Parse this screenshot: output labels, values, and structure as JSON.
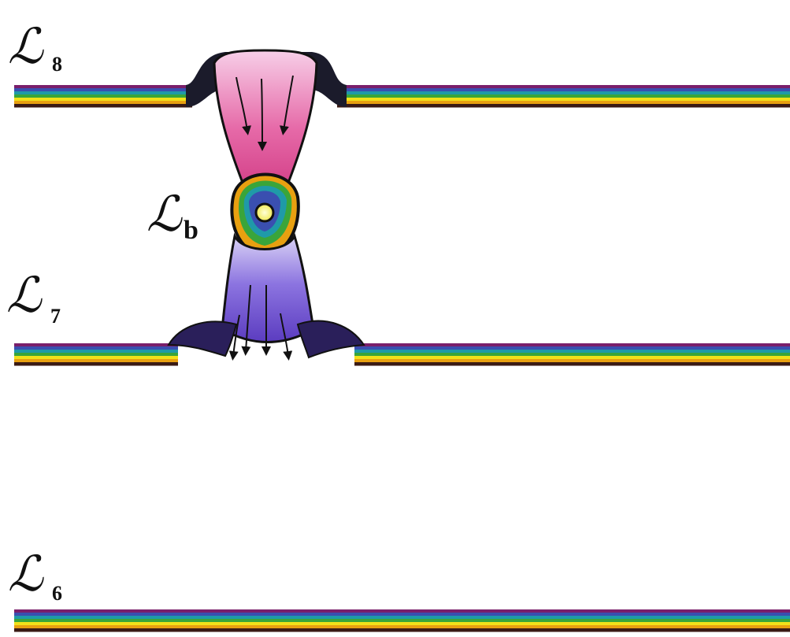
{
  "labels": {
    "l8": {
      "letter": "ℒ",
      "subscript": "8"
    },
    "lb": {
      "letter": "ℒ",
      "subscript": "b"
    },
    "l7": {
      "letter": "ℒ",
      "subscript": "7"
    },
    "l6": {
      "letter": "ℒ",
      "subscript": "6"
    }
  },
  "band_colors": [
    "#7a1f6b",
    "#3a4fb0",
    "#1f9aa8",
    "#3aa53a",
    "#f2e11a",
    "#e8a010",
    "#3a1a14"
  ],
  "bridge_colors": {
    "upper_lobe": "#e0509a",
    "upper_lobe_light": "#f6c4e3",
    "lower_lobe": "#6a4bc8",
    "lower_lobe_light": "#c9bff0",
    "outline": "#111111",
    "core": "#f6f37a"
  }
}
